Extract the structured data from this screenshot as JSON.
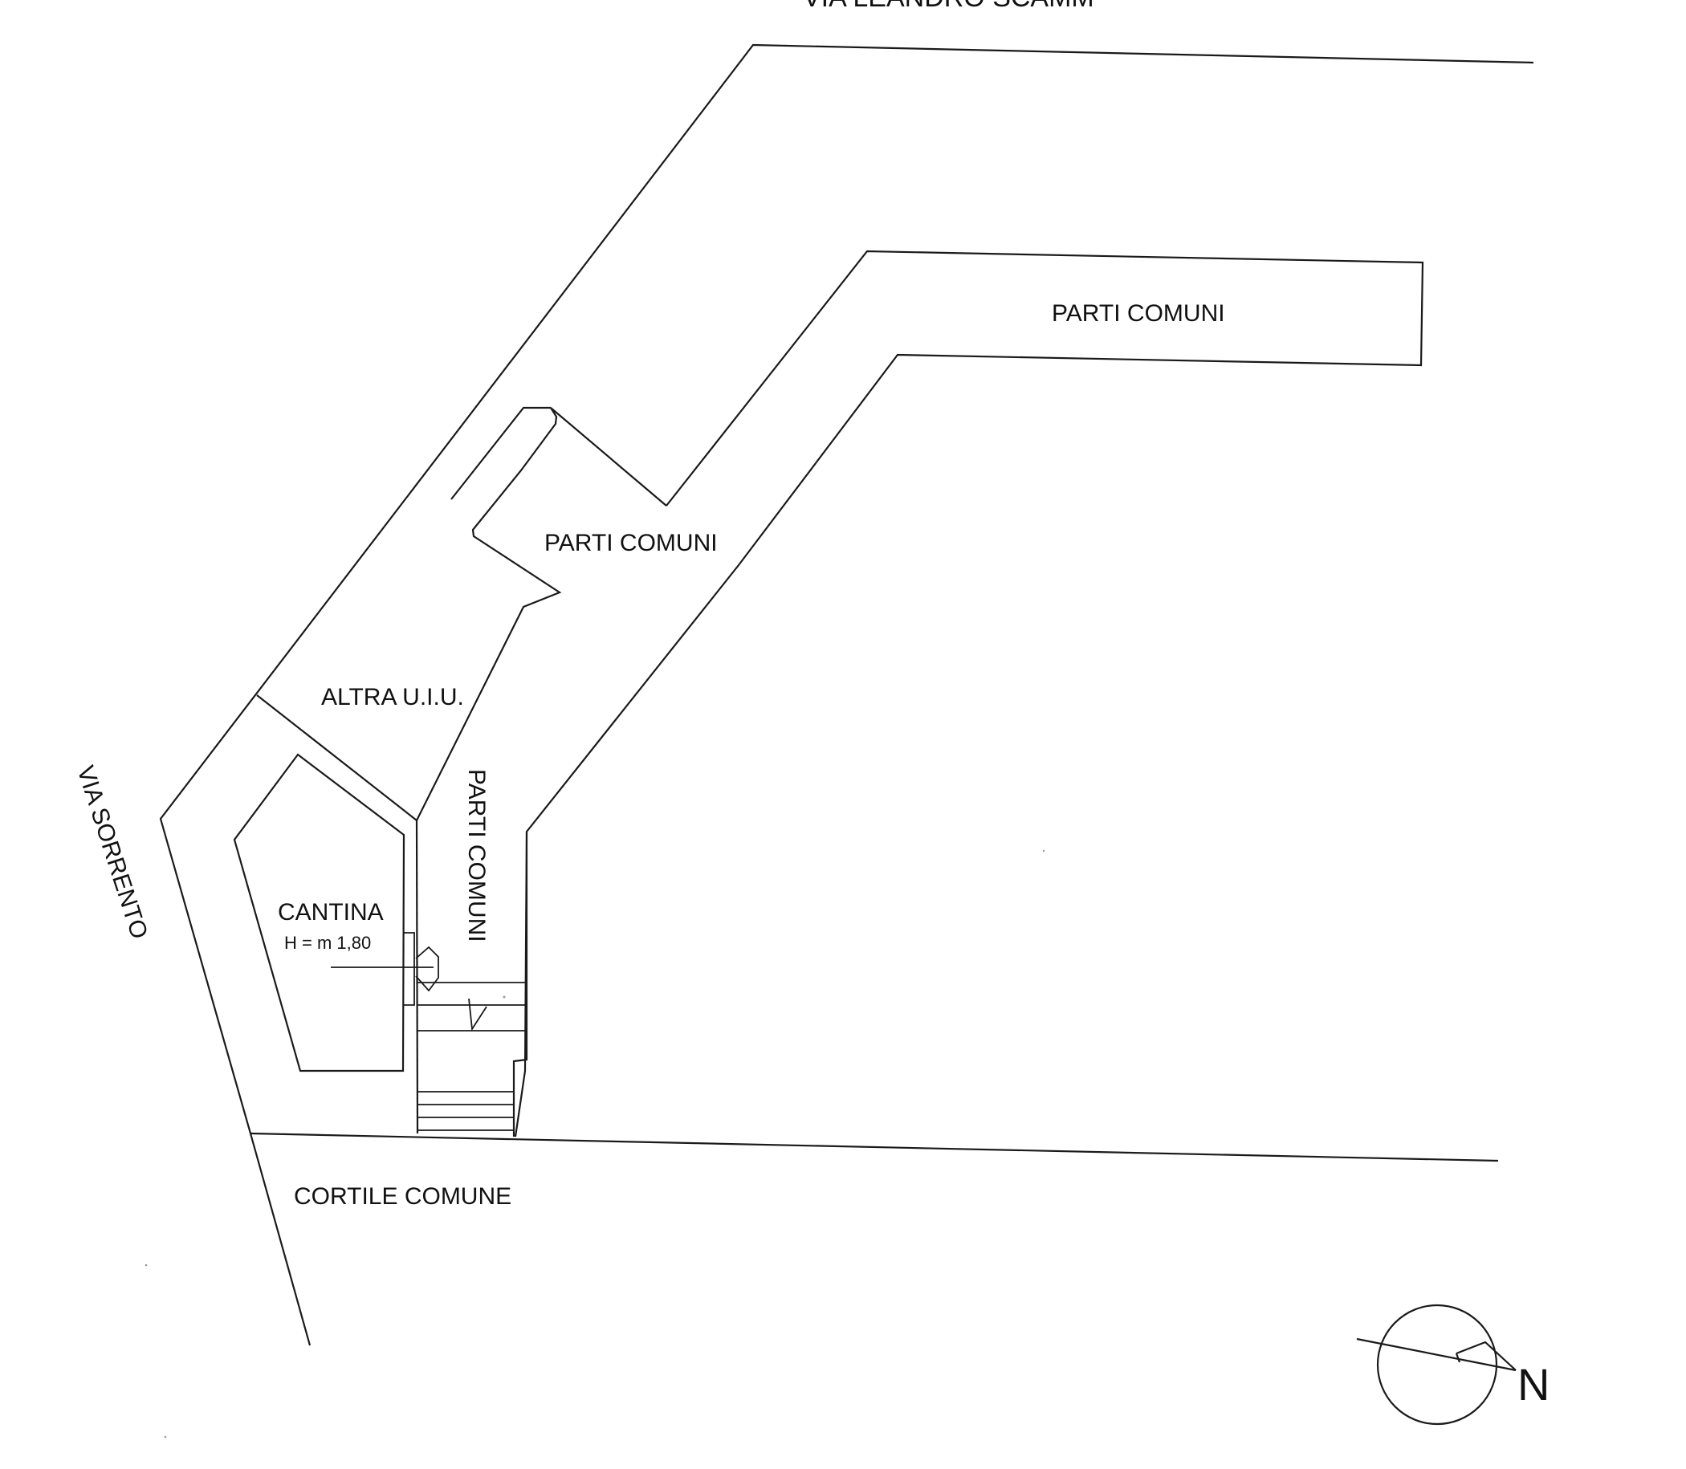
{
  "plan": {
    "top_street": "VIA LEANDRO SCAMM",
    "parti_comuni_top": "PARTI COMUNI",
    "parti_comuni_mid": "PARTI COMUNI",
    "parti_comuni_vertical": "PARTI COMUNI",
    "altra_uiu": "ALTRA U.I.U.",
    "cantina": "CANTINA",
    "cantina_height": "H = m 1,80",
    "via_sorrento": "VIA SORRENTO",
    "cortile_comune": "CORTILE COMUNE",
    "north_label": "N"
  },
  "colors": {
    "line": "#1a1a1a",
    "background": "#ffffff"
  }
}
